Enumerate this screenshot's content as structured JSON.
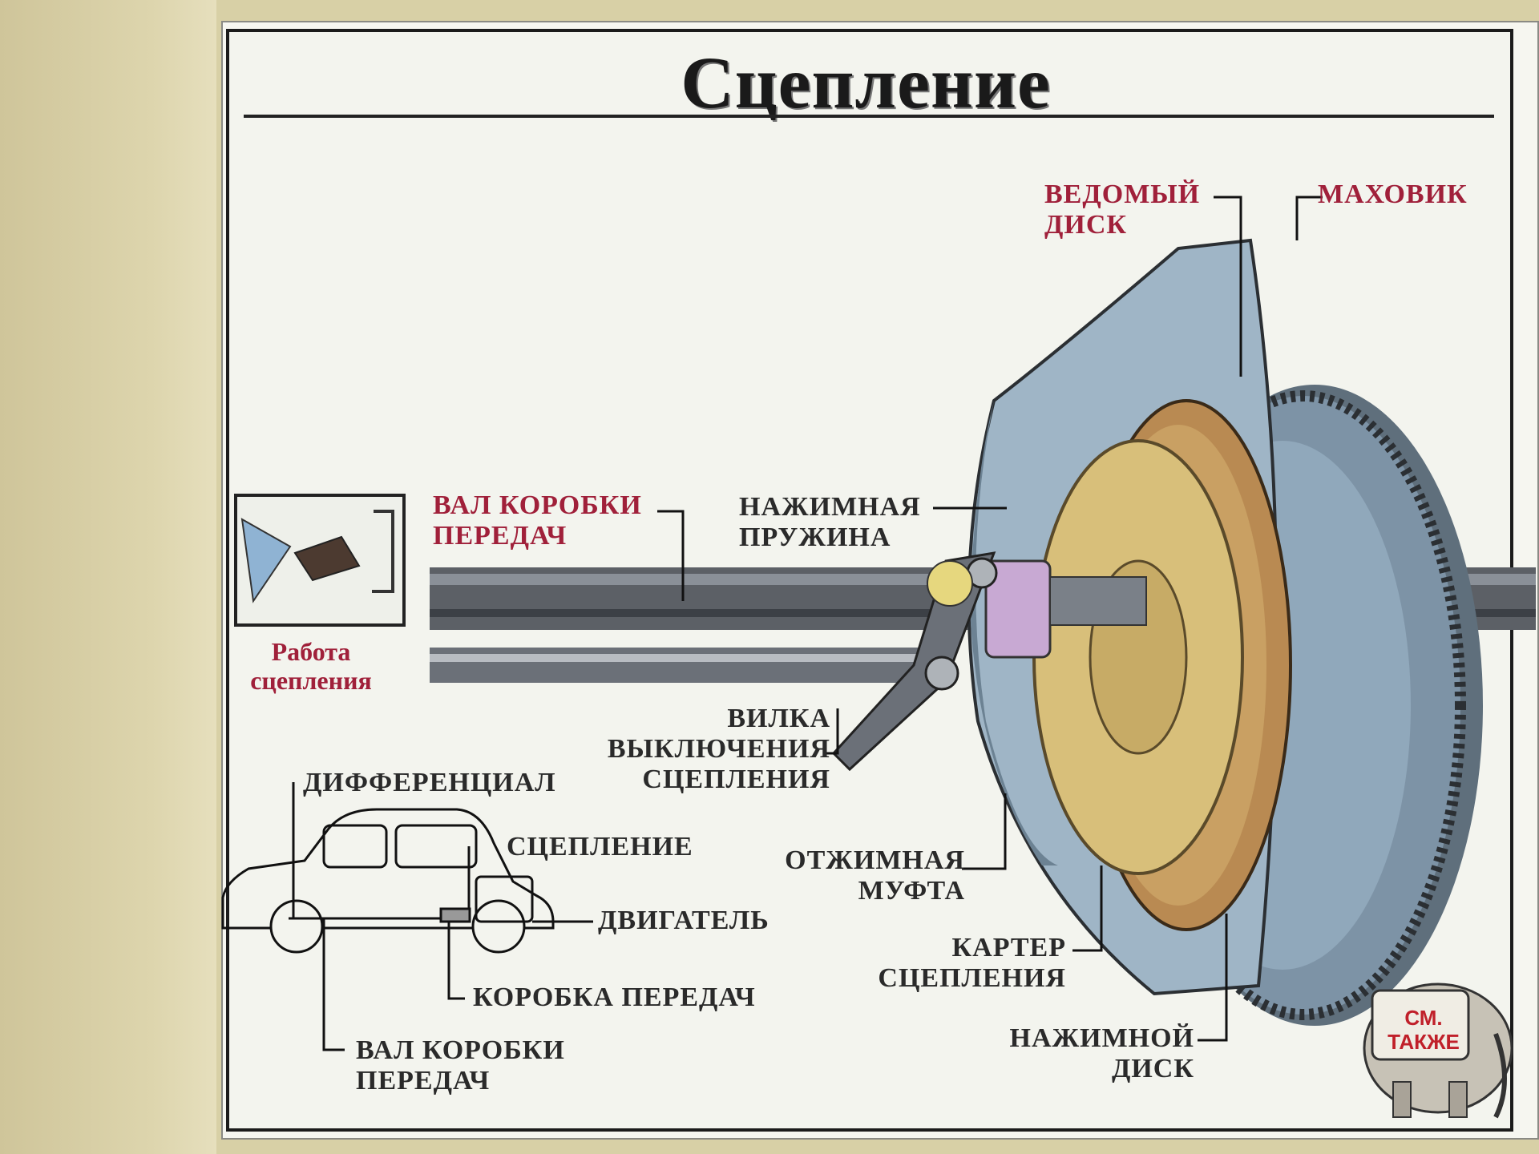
{
  "title": "Сцепление",
  "labels": {
    "driven_disc": "ВЕДОМЫЙ\nДИСК",
    "flywheel": "МАХОВИК",
    "gearbox_shaft_top": "ВАЛ КОРОБКИ\nПЕРЕДАЧ",
    "pressure_spring": "НАЖИМНАЯ\nПРУЖИНА",
    "release_fork": "ВИЛКА\nВЫКЛЮЧЕНИЯ\nСЦЕПЛЕНИЯ",
    "release_bearing": "ОТЖИМНАЯ\nМУФТА",
    "clutch_housing": "КАРТЕР\nСЦЕПЛЕНИЯ",
    "pressure_plate": "НАЖИМНОЙ\nДИСК",
    "differential": "ДИФФЕРЕНЦИАЛ",
    "clutch": "СЦЕПЛЕНИЕ",
    "engine": "ДВИГАТЕЛЬ",
    "gearbox": "КОРОБКА ПЕРЕДАЧ",
    "gearbox_shaft_bottom": "ВАЛ КОРОБКИ\nПЕРЕДАЧ"
  },
  "caption": "Работа\nсцепления",
  "see_also": "СМ.\nТАКЖЕ",
  "colors": {
    "shaft": "#5c6066",
    "housing": "#9fb5c6",
    "flywheel": "#7d93a6",
    "disc": "#d8bf7a",
    "label_red": "#a0203a"
  }
}
